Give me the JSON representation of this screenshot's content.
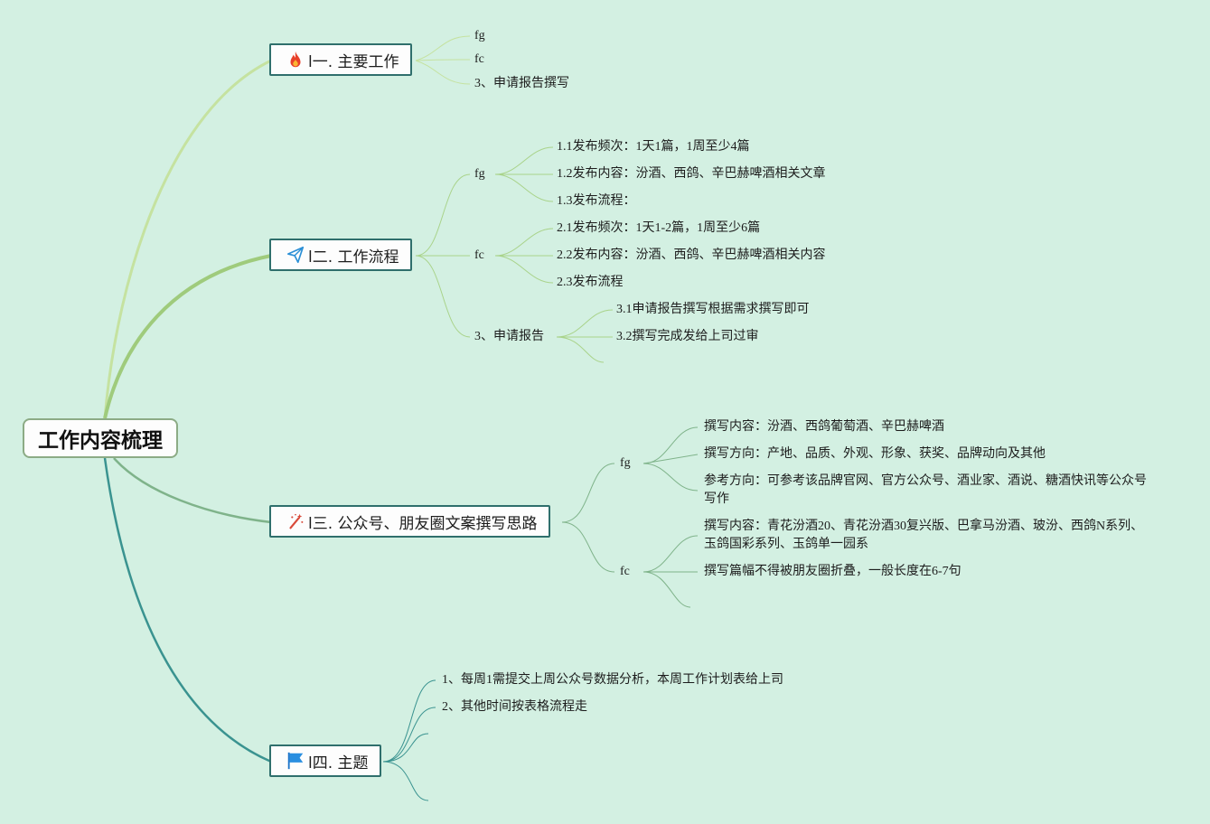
{
  "root": {
    "title": "工作内容梳理"
  },
  "branches": [
    {
      "icon": "fire-icon",
      "label": "l一. 主要工作",
      "children": [
        {
          "label": "fg"
        },
        {
          "label": "fc"
        },
        {
          "label": "3、申请报告撰写"
        }
      ]
    },
    {
      "icon": "paper-plane-icon",
      "label": "l二. 工作流程",
      "children": [
        {
          "label": "fg",
          "children": [
            "1.1发布频次：1天1篇，1周至少4篇",
            "1.2发布内容：汾酒、西鸽、辛巴赫啤酒相关文章",
            "1.3发布流程："
          ]
        },
        {
          "label": "fc",
          "children": [
            "2.1发布频次：1天1-2篇，1周至少6篇",
            "2.2发布内容：汾酒、西鸽、辛巴赫啤酒相关内容",
            "2.3发布流程"
          ]
        },
        {
          "label": "3、申请报告",
          "children": [
            "3.1申请报告撰写根据需求撰写即可",
            "3.2撰写完成发给上司过审",
            ""
          ]
        }
      ]
    },
    {
      "icon": "magic-wand-icon",
      "label": "l三. 公众号、朋友圈文案撰写思路",
      "children": [
        {
          "label": "fg",
          "children": [
            "撰写内容：汾酒、西鸽葡萄酒、辛巴赫啤酒",
            "撰写方向：产地、品质、外观、形象、获奖、品牌动向及其他",
            "参考方向：可参考该品牌官网、官方公众号、酒业家、酒说、糖酒快讯等公众号写作"
          ]
        },
        {
          "label": "fc",
          "children": [
            "撰写内容：青花汾酒20、青花汾酒30复兴版、巴拿马汾酒、玻汾、西鸽N系列、玉鸽国彩系列、玉鸽单一园系",
            "撰写篇幅不得被朋友圈折叠，一般长度在6-7句",
            ""
          ]
        }
      ]
    },
    {
      "icon": "flag-icon",
      "label": "l四. 主题",
      "children": [
        {
          "label": "1、每周1需提交上周公众号数据分析，本周工作计划表给上司"
        },
        {
          "label": "2、其他时间按表格流程走"
        },
        {
          "label": ""
        },
        {
          "label": ""
        }
      ]
    }
  ],
  "colors": {
    "background": "#d3f0e2",
    "branch1": "#c5e2a0",
    "branch2": "#9fcb7c",
    "branch3": "#7fb38a",
    "branch4": "#3a9390",
    "node_border": "#2f6f6c"
  }
}
